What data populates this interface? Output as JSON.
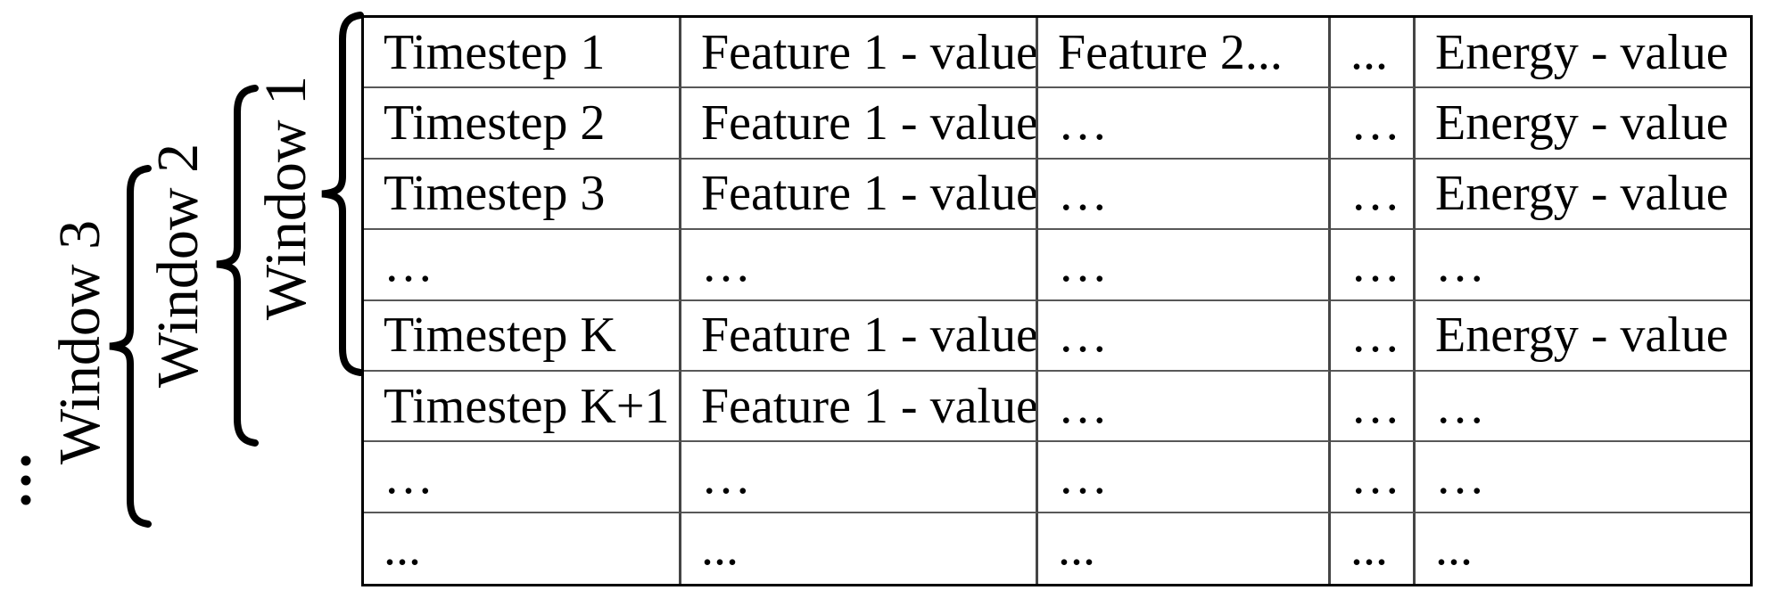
{
  "figure": {
    "windows": [
      {
        "label": "Window 1"
      },
      {
        "label": "Window 2"
      },
      {
        "label": "Window 3"
      }
    ],
    "icons": {
      "vertical_ellipsis": "three stacked dots indicating more windows"
    },
    "colors": {
      "text": "#000000",
      "outer_border": "#000000",
      "inner_vertical_border": "#454545",
      "inner_horizontal_border": "#585858",
      "brace": "#000000",
      "background": "#ffffff"
    },
    "table": {
      "rows": [
        [
          "Timestep 1",
          "Feature 1 - value",
          "Feature 2...",
          "...",
          "Energy - value"
        ],
        [
          "Timestep 2",
          "Feature 1 - value",
          "…",
          "…",
          "Energy - value"
        ],
        [
          "Timestep 3",
          "Feature 1 - value",
          "…",
          "…",
          "Energy - value"
        ],
        [
          "…",
          "…",
          "…",
          "…",
          "…"
        ],
        [
          "Timestep K",
          "Feature 1 - value",
          "…",
          "…",
          "Energy - value"
        ],
        [
          "Timestep K+1",
          "Feature 1 - value",
          "…",
          "…",
          "…"
        ],
        [
          "…",
          "…",
          "…",
          "…",
          "…"
        ],
        [
          "...",
          "...",
          "...",
          "...",
          "..."
        ]
      ]
    }
  }
}
